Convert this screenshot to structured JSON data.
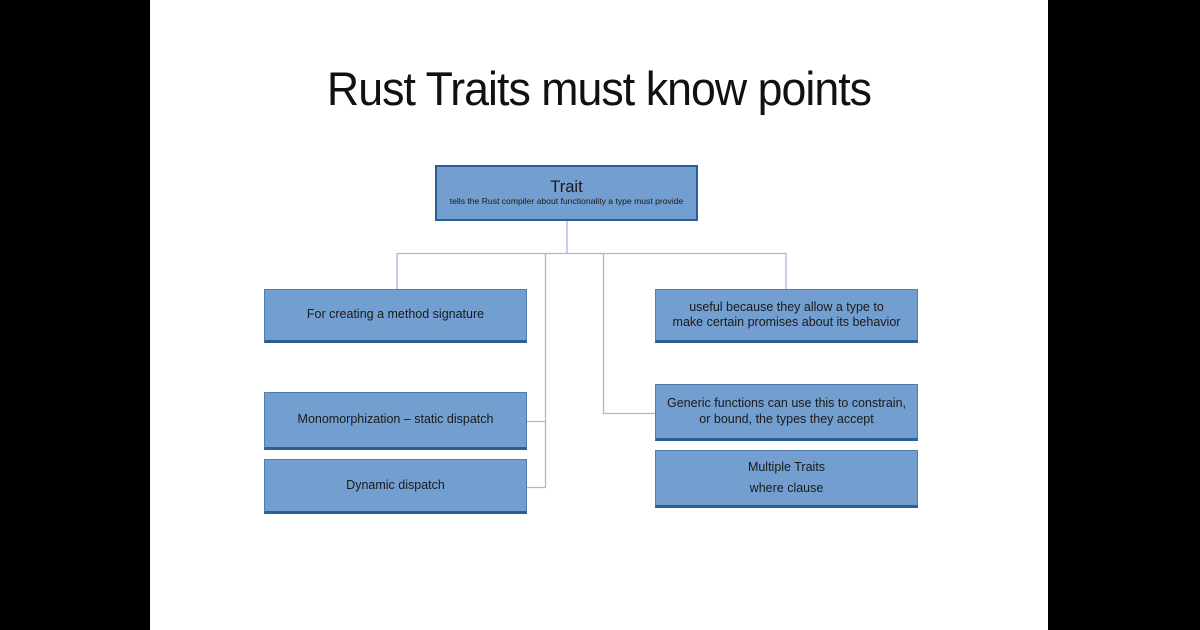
{
  "slide": {
    "title": "Rust Traits must know points"
  },
  "colors": {
    "canvas_bg": "#ffffff",
    "page_bg": "#000000",
    "node_fill": "#729fcf",
    "node_border": "#2a5e94",
    "connector": "#a6bad8",
    "text": "#1a1a1a"
  },
  "diagram": {
    "root": {
      "title": "Trait",
      "subtitle": "tells the Rust compiler about functionality a type must provide"
    },
    "nodes": {
      "method_signature": {
        "label": "For creating a method signature"
      },
      "monomorphization": {
        "label": "Monomorphization – static dispatch"
      },
      "dynamic_dispatch": {
        "label": "Dynamic dispatch"
      },
      "useful_because": {
        "line1": "useful because they allow a type to",
        "line2": "make certain promises about its behavior"
      },
      "generic_functions": {
        "line1": "Generic functions can use this to constrain,",
        "line2": "or bound, the types they accept"
      },
      "multiple_traits": {
        "line1": "Multiple Traits",
        "line2": "where clause"
      }
    }
  }
}
